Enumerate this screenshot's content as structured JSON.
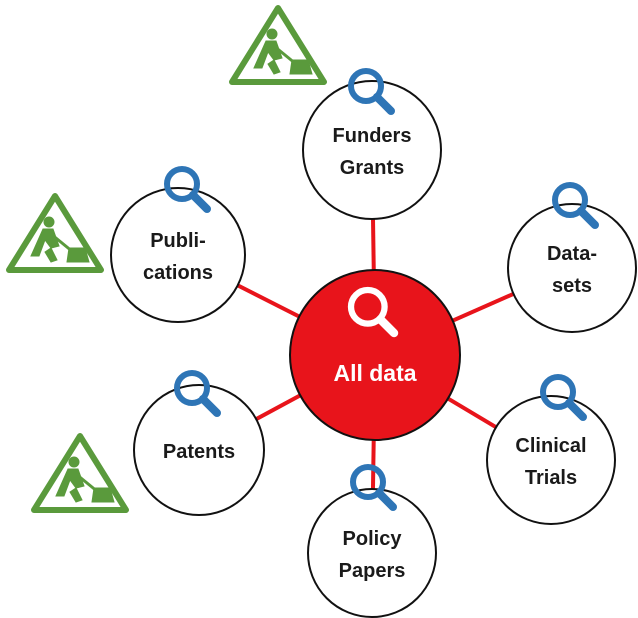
{
  "colors": {
    "connector": "#e8141b",
    "center_fill": "#e8141b",
    "center_stroke": "#111111",
    "node_fill": "#ffffff",
    "node_stroke": "#111111",
    "magnifier": "#2e75b6",
    "warning_sign": "#5a9a3c"
  },
  "center": {
    "label": "All data",
    "icon": "search-icon"
  },
  "nodes": [
    {
      "id": "funders-grants",
      "lines": [
        "Funders",
        "Grants"
      ],
      "icon": "search-icon",
      "warning": true
    },
    {
      "id": "datasets",
      "lines": [
        "Data-",
        "sets"
      ],
      "icon": "search-icon",
      "warning": false
    },
    {
      "id": "clinical-trials",
      "lines": [
        "Clinical",
        "Trials"
      ],
      "icon": "search-icon",
      "warning": false
    },
    {
      "id": "policy-papers",
      "lines": [
        "Policy",
        "Papers"
      ],
      "icon": "search-icon",
      "warning": false
    },
    {
      "id": "patents",
      "lines": [
        "Patents"
      ],
      "icon": "search-icon",
      "warning": true
    },
    {
      "id": "publications",
      "lines": [
        "Publi-",
        "cations"
      ],
      "icon": "search-icon",
      "warning": true
    }
  ],
  "warning_icon": "under-construction-icon"
}
